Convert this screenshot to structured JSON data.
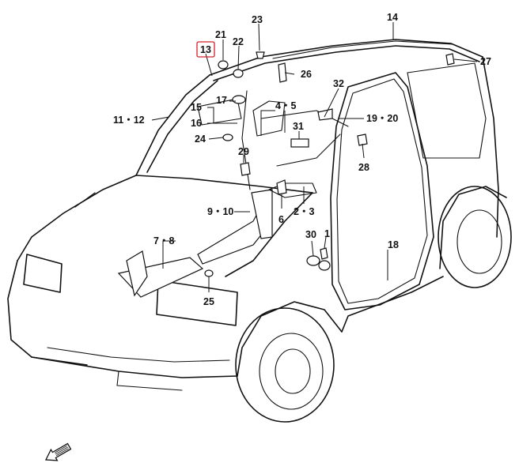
{
  "diagram": {
    "highlighted_callout": "13",
    "highlight_color": "#d81e2a",
    "line_color": "#111111",
    "background": "#ffffff",
    "callouts": {
      "c1": "1",
      "c2_3": "2・3",
      "c4_5": "4・5",
      "c6": "6",
      "c7_8": "7・8",
      "c9_10": "9・10",
      "c11_12": "11・12",
      "c13": "13",
      "c14": "14",
      "c15": "15",
      "c16": "16",
      "c17": "17",
      "c18": "18",
      "c19_20": "19・20",
      "c21": "21",
      "c22": "22",
      "c23": "23",
      "c24": "24",
      "c25": "25",
      "c26": "26",
      "c27": "27",
      "c28": "28",
      "c29": "29",
      "c30": "30",
      "c31": "31",
      "c32": "32"
    },
    "icons": {
      "front_direction": "front-arrow-icon"
    }
  }
}
